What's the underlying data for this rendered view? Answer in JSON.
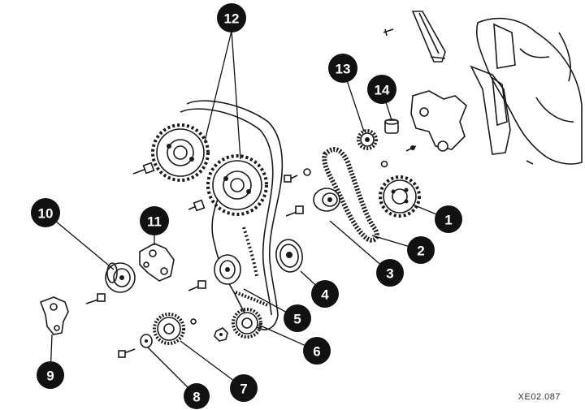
{
  "callouts": [
    "1",
    "2",
    "3",
    "4",
    "5",
    "6",
    "7",
    "8",
    "9",
    "10",
    "11",
    "12",
    "13",
    "14"
  ],
  "figure_code": "XE02.087"
}
